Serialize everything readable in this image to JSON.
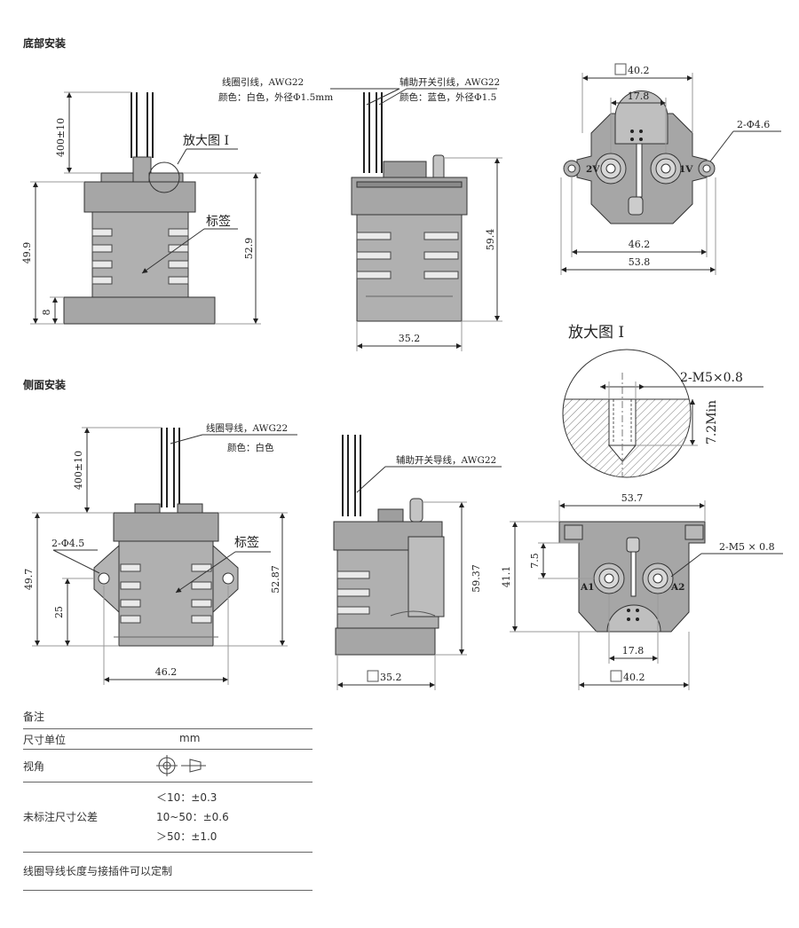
{
  "sections": {
    "bottom_mount": "底部安装",
    "side_mount": "侧面安装"
  },
  "bottom_view": {
    "front": {
      "lead_length": "400±10",
      "zoom_label": "放大图 I",
      "label_tag": "标签",
      "height_total": "49.9",
      "height_body": "52.9",
      "base": "8"
    },
    "side": {
      "coil_lead_note_1": "线圈引线，AWG22",
      "coil_lead_note_2": "颜色：白色，外径Φ1.5mm",
      "aux_lead_note_1": "辅助开关引线，AWG22",
      "aux_lead_note_2": "颜色：蓝色，外径Φ1.5",
      "height": "59.4",
      "width": "35.2"
    },
    "top": {
      "square": "40.2",
      "inner": "17.8",
      "holes": "2-Φ4.6",
      "hole_spacing": "46.2",
      "overall": "53.8",
      "term_left": "2V",
      "term_right": "1V"
    }
  },
  "zoom_detail": {
    "title": "放大图 I",
    "thread": "2-M5×0.8",
    "depth": "7.2Min"
  },
  "side_view": {
    "front": {
      "coil_note_1": "线圈导线，AWG22",
      "coil_note_2": "颜色：白色",
      "lead_length": "400±10",
      "holes": "2-Φ4.5",
      "label_tag": "标签",
      "height_left": "49.7",
      "offset": "25",
      "height_right": "52.87",
      "width": "46.2"
    },
    "side": {
      "aux_note": "辅助开关导线，AWG22",
      "height": "59.37",
      "square": "35.2"
    },
    "top": {
      "overall": "53.7",
      "thread": "2-M5 × 0.8",
      "height": "41.1",
      "offset": "7.5",
      "inner": "17.8",
      "square": "40.2",
      "term_left": "A1",
      "term_right": "A2"
    }
  },
  "notes": {
    "title": "备注",
    "unit_label": "尺寸单位",
    "unit_value": "mm",
    "view_label": "视角",
    "tol_label": "未标注尺寸公差",
    "tol_1": "＜10：±0.3",
    "tol_2": "10~50：±0.6",
    "tol_3": "＞50：±1.0",
    "custom": "线圈导线长度与接插件可以定制"
  }
}
